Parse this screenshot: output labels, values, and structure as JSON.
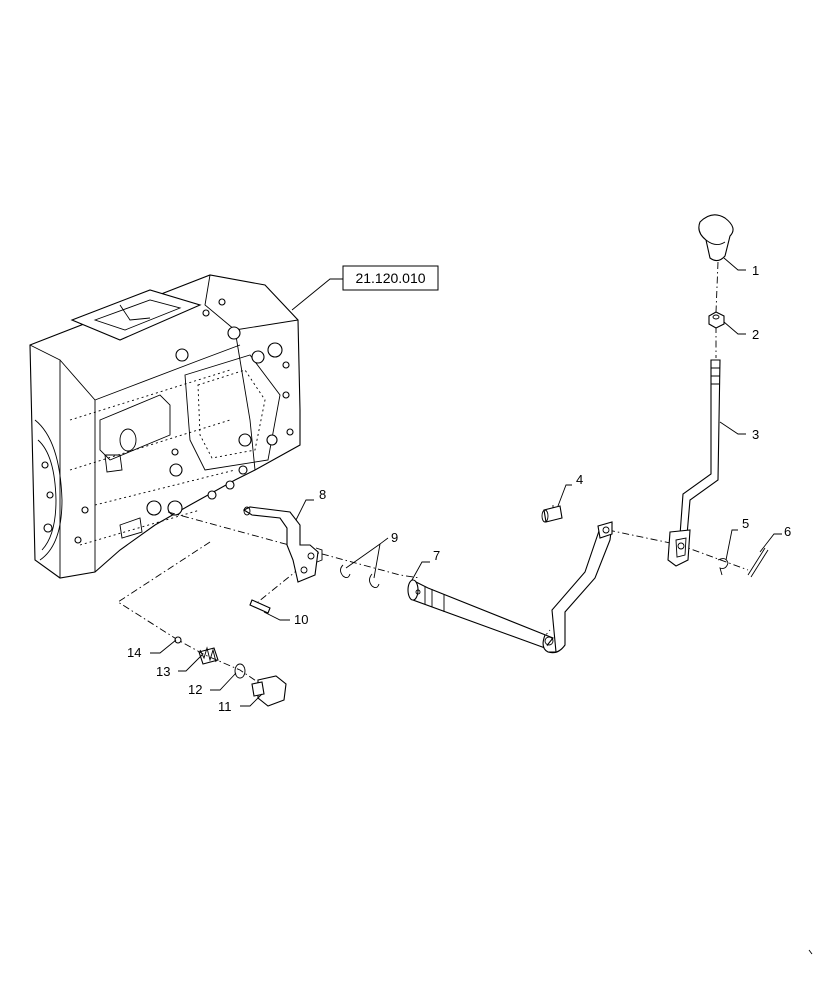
{
  "reference_label": "21.120.010",
  "callouts": [
    "1",
    "2",
    "3",
    "4",
    "5",
    "6",
    "7",
    "8",
    "9",
    "10",
    "11",
    "12",
    "13",
    "14"
  ]
}
